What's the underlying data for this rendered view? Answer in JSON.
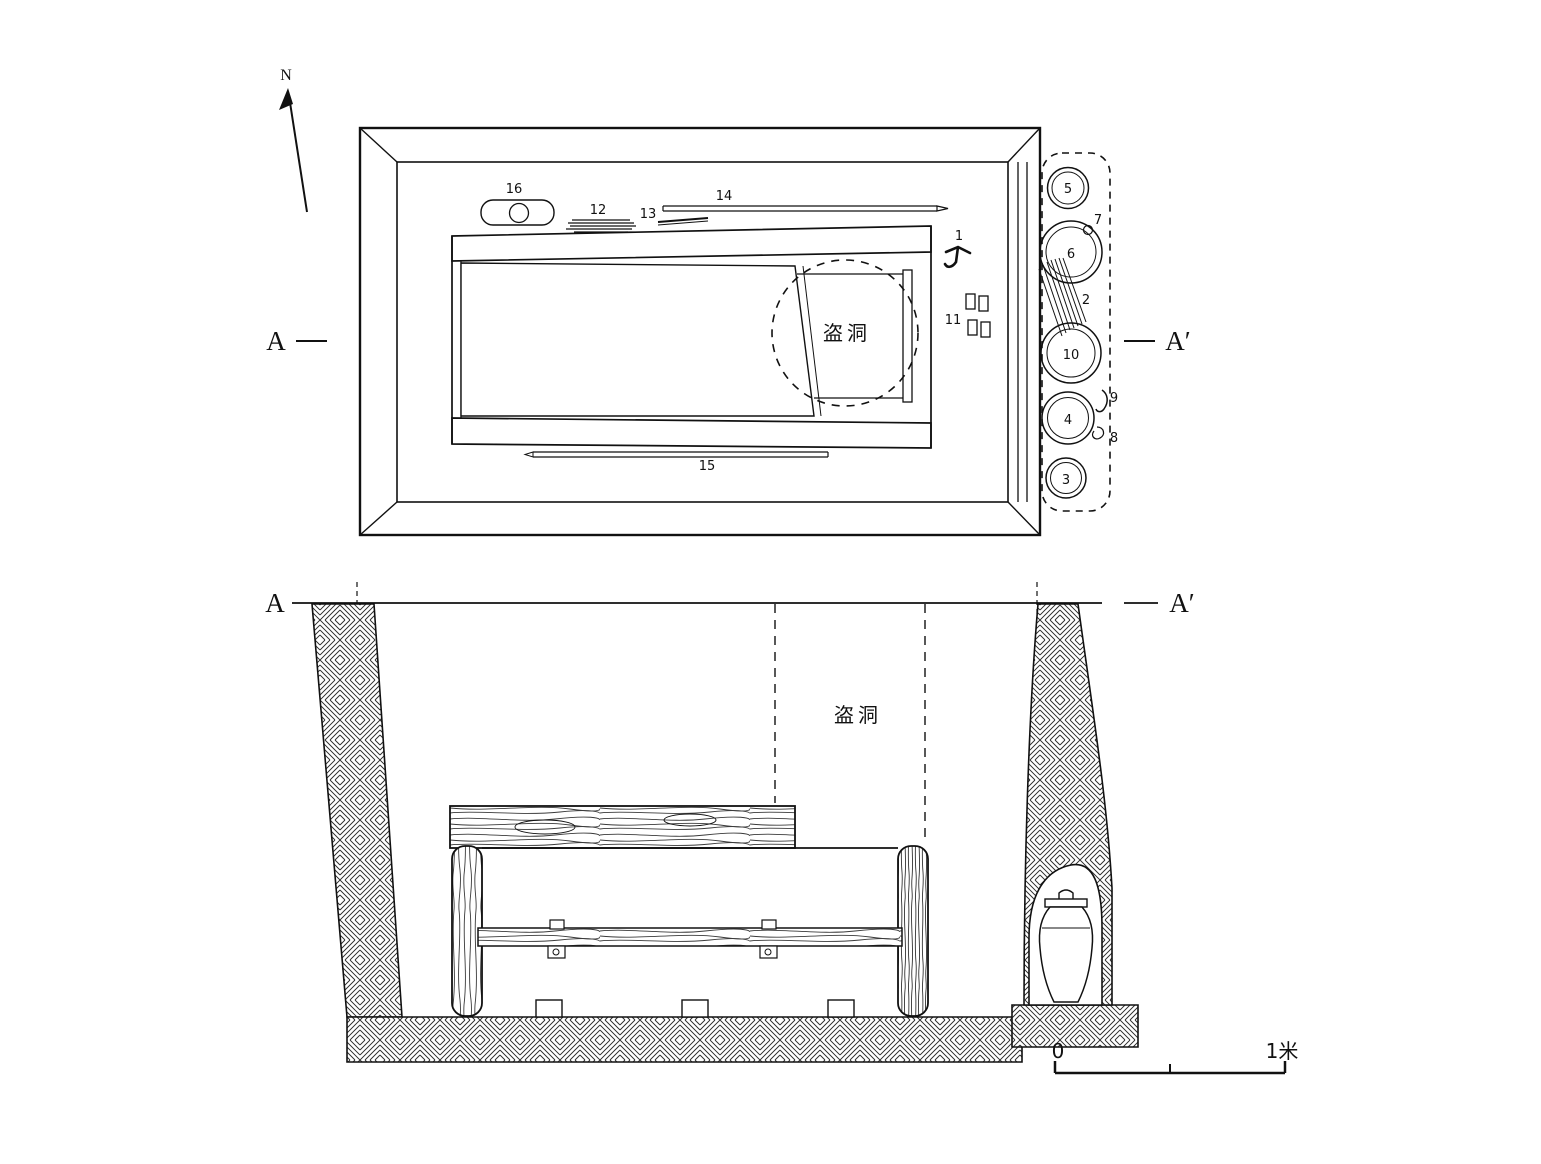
{
  "north": {
    "label": "N"
  },
  "plan": {
    "section_marker_left": "A",
    "section_marker_right": "A′",
    "robber_hole_label": "盗洞",
    "item_labels": [
      "1",
      "2",
      "3",
      "4",
      "5",
      "6",
      "7",
      "8",
      "9",
      "10",
      "11",
      "12",
      "13",
      "14",
      "15",
      "16"
    ]
  },
  "section": {
    "section_marker_left": "A",
    "section_marker_right": "A′",
    "robber_hole_label": "盗洞",
    "scale_bar": {
      "start_label": "0",
      "end_label": "1米"
    }
  },
  "colors": {
    "ink": "#111111",
    "background": "#ffffff"
  }
}
